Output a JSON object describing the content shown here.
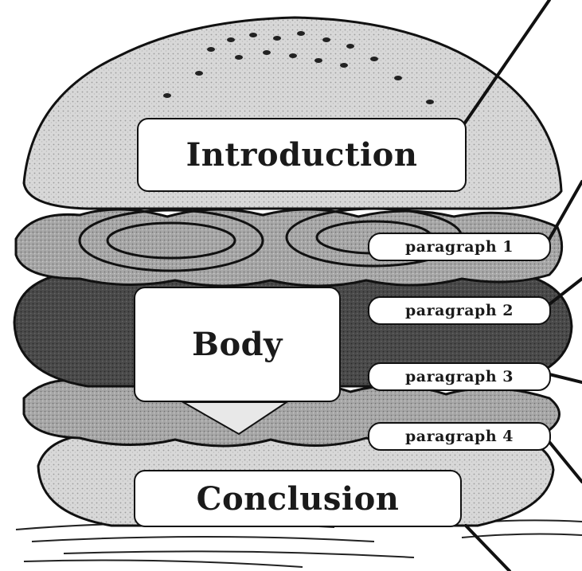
{
  "diagram": {
    "sections": {
      "introduction": "Introduction",
      "body": "Body",
      "conclusion": "Conclusion"
    },
    "paragraphs": [
      "paragraph 1",
      "paragraph 2",
      "paragraph 3",
      "paragraph 4"
    ]
  },
  "colors": {
    "bun": "#d6d6d6",
    "patty": "#3e3e3e",
    "lettuce": "#9a9a9a",
    "outline": "#111111",
    "label_bg": "#ffffff"
  }
}
